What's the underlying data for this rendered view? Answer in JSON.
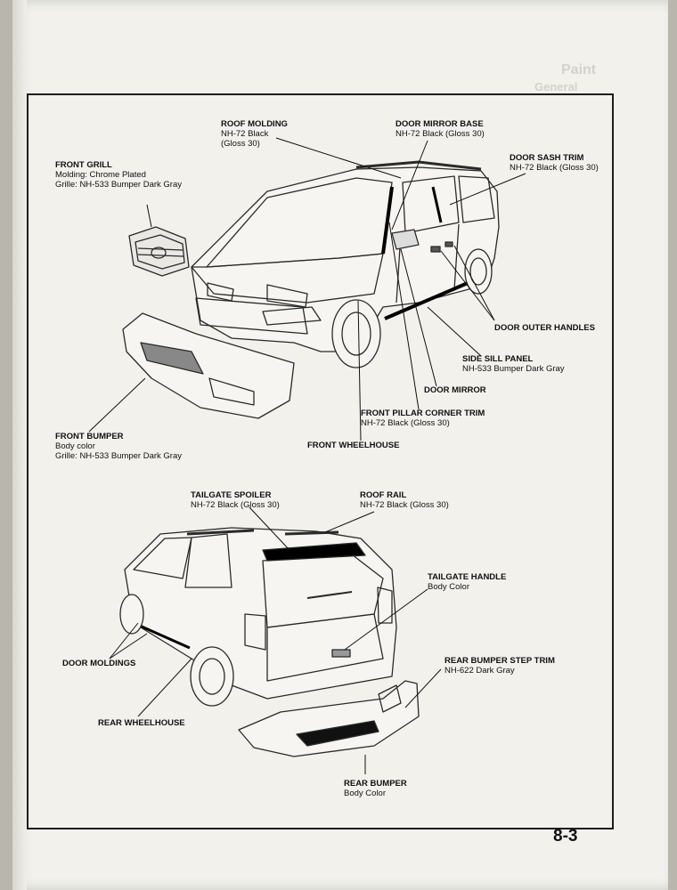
{
  "page": {
    "section_title": "Paint",
    "sub_title": "General",
    "page_number": "8-3"
  },
  "callouts": [
    {
      "key": "roof_molding",
      "title": "ROOF MOLDING",
      "lines": [
        "NH-72 Black",
        "(Gloss 30)"
      ]
    },
    {
      "key": "door_mirror_base",
      "title": "DOOR MIRROR BASE",
      "lines": [
        "NH-72 Black (Gloss 30)"
      ]
    },
    {
      "key": "door_sash_trim",
      "title": "DOOR SASH TRIM",
      "lines": [
        "NH-72 Black (Gloss 30)"
      ]
    },
    {
      "key": "front_grill",
      "title": "FRONT GRILL",
      "lines": [
        "Molding: Chrome Plated",
        "Grille: NH-533 Bumper Dark Gray"
      ]
    },
    {
      "key": "door_outer_handles",
      "title": "DOOR OUTER HANDLES",
      "lines": []
    },
    {
      "key": "side_sill_panel",
      "title": "SIDE SILL PANEL",
      "lines": [
        "NH-533 Bumper Dark Gray"
      ]
    },
    {
      "key": "door_mirror",
      "title": "DOOR MIRROR",
      "lines": []
    },
    {
      "key": "front_pillar_corner_trim",
      "title": "FRONT PILLAR CORNER TRIM",
      "lines": [
        "NH-72 Black (Gloss 30)"
      ]
    },
    {
      "key": "front_wheelhouse",
      "title": "FRONT WHEELHOUSE",
      "lines": []
    },
    {
      "key": "front_bumper",
      "title": "FRONT BUMPER",
      "lines": [
        "Body color",
        "Grille: NH-533 Bumper Dark Gray"
      ]
    },
    {
      "key": "tailgate_spoiler",
      "title": "TAILGATE SPOILER",
      "lines": [
        "NH-72 Black (Gloss 30)"
      ]
    },
    {
      "key": "roof_rail",
      "title": "ROOF RAIL",
      "lines": [
        "NH-72 Black (Gloss 30)"
      ]
    },
    {
      "key": "tailgate_handle",
      "title": "TAILGATE HANDLE",
      "lines": [
        "Body Color"
      ]
    },
    {
      "key": "door_moldings",
      "title": "DOOR MOLDINGS",
      "lines": []
    },
    {
      "key": "rear_bumper_step_trim",
      "title": "REAR BUMPER STEP TRIM",
      "lines": [
        "NH-622 Dark Gray"
      ]
    },
    {
      "key": "rear_wheelhouse",
      "title": "REAR WHEELHOUSE",
      "lines": []
    },
    {
      "key": "rear_bumper",
      "title": "REAR BUMPER",
      "lines": [
        "Body Color"
      ]
    }
  ]
}
